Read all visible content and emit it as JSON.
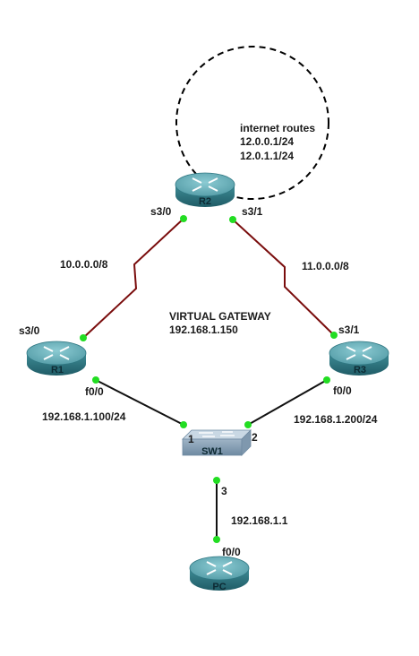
{
  "cloud": {
    "title": "internet routes",
    "routes": [
      "12.0.0.1/24",
      "12.0.1.1/24"
    ]
  },
  "devices": {
    "r1": {
      "name": "R1"
    },
    "r2": {
      "name": "R2"
    },
    "r3": {
      "name": "R3"
    },
    "sw1": {
      "name": "SW1"
    },
    "pc": {
      "name": "PC"
    }
  },
  "interfaces": {
    "r2_s30": "s3/0",
    "r2_s31": "s3/1",
    "r1_s30": "s3/0",
    "r3_s31": "s3/1",
    "r1_f00": "f0/0",
    "r3_f00": "f0/0",
    "sw1_p1": "1",
    "sw1_p2": "2",
    "sw1_p3": "3",
    "pc_f00": "f0/0"
  },
  "networks": {
    "left_serial": "10.0.0.0/8",
    "right_serial": "11.0.0.0/8",
    "r1_ip": "192.168.1.100/24",
    "r3_ip": "192.168.1.200/24",
    "pc_ip": "192.168.1.1"
  },
  "virtual_gateway": {
    "title": "VIRTUAL GATEWAY",
    "ip": "192.168.1.150"
  },
  "colors": {
    "serial_link": "#7a0d0d",
    "ethernet_link": "#111111",
    "port_dot": "#22dd22",
    "router_top": "#5ea3ad",
    "router_side": "#2f7782",
    "switch_body": "#a9bccb"
  }
}
